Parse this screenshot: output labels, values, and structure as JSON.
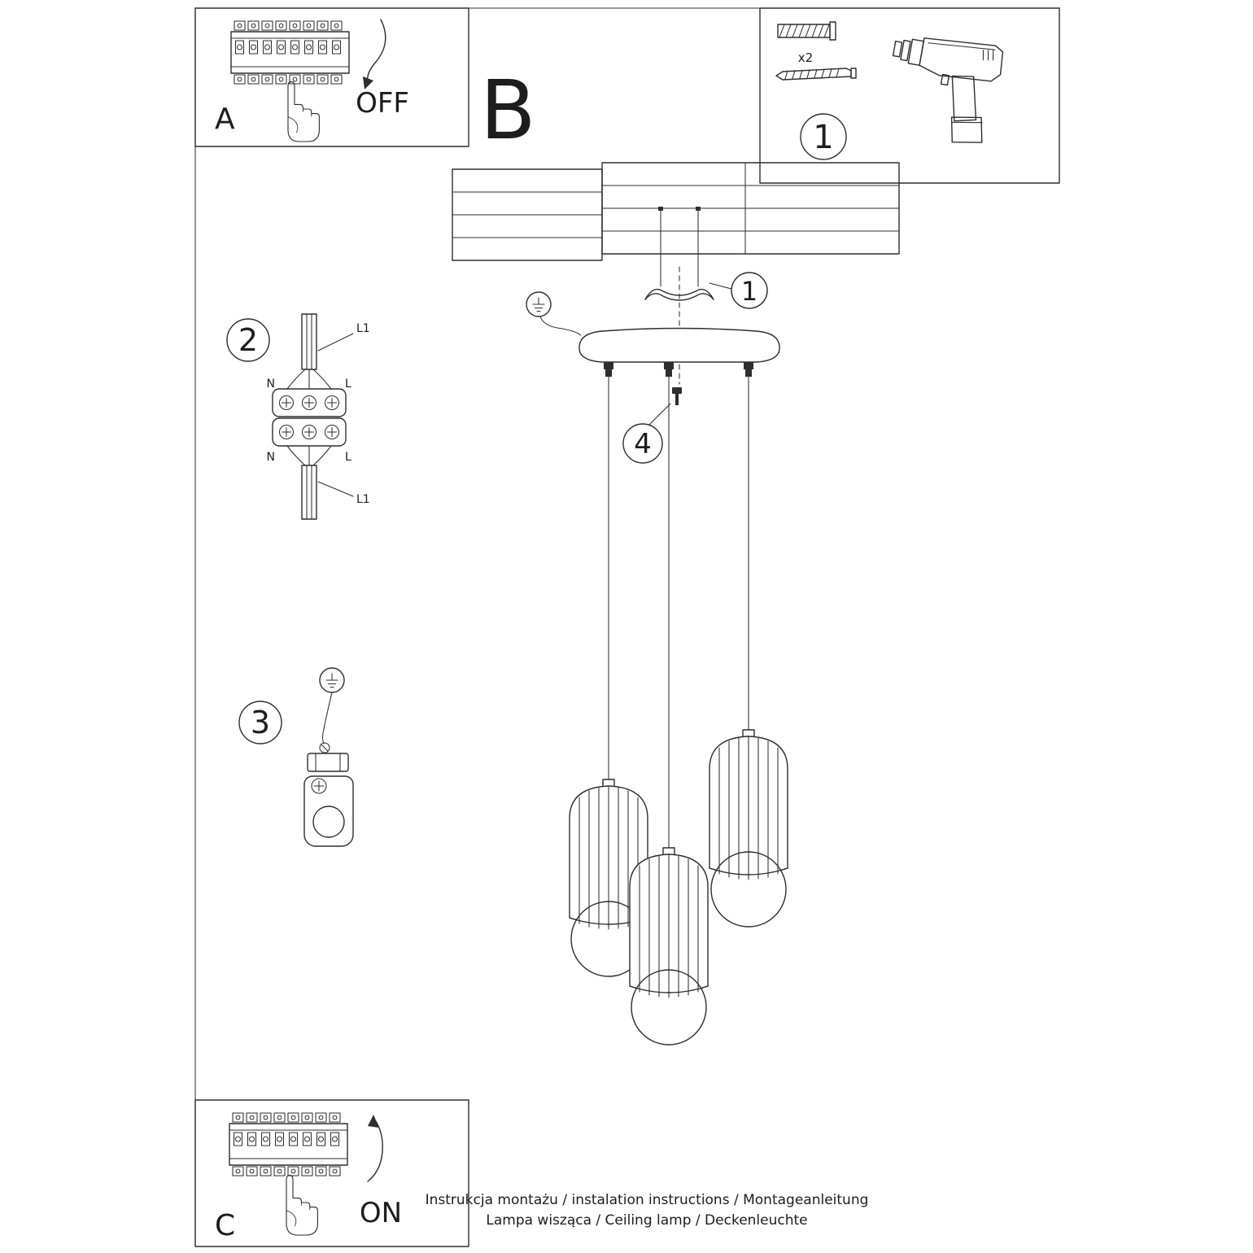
{
  "panels": {
    "a": {
      "label": "A",
      "action": "OFF"
    },
    "b": {
      "label": "B"
    },
    "c": {
      "label": "C",
      "action": "ON"
    }
  },
  "steps": {
    "step1": "1",
    "step2": "2",
    "step3": "3",
    "step4": "4",
    "bracket_callout": "1"
  },
  "hardware": {
    "anchor_quantity": "x2"
  },
  "wiring": {
    "top_cable_label": "L1",
    "bottom_cable_label": "L1",
    "terminal_top_left": "N",
    "terminal_top_right": "L",
    "terminal_bottom_left": "N",
    "terminal_bottom_right": "L"
  },
  "footer": {
    "line1": "Instrukcja montażu / instalation instructions / Montageanleitung",
    "line2": "Lampa wisząca / Ceiling lamp / Deckenleuchte"
  }
}
